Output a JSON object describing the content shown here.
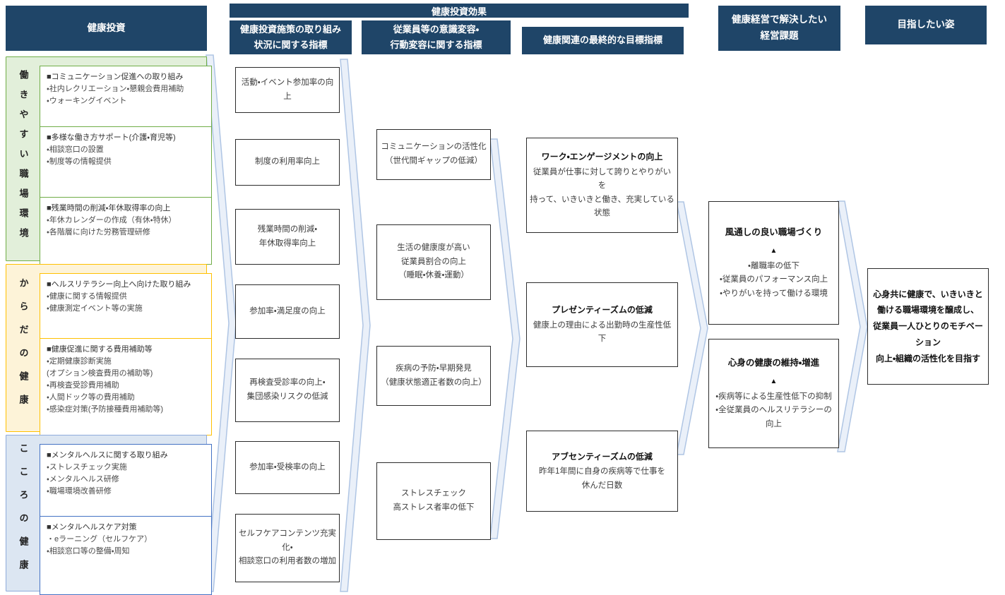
{
  "headers": {
    "investment": "健康投資",
    "effect_banner": "健康投資効果",
    "col_initiatives": "健康投資施策の取り組み\n状況に関する指標",
    "col_awareness": "従業員等の意識変容・\n行動変容に関する指標",
    "col_final": "健康関連の最終的な目標指標",
    "col_management": "健康経営で解決したい\n経営課題",
    "col_vision": "目指したい姿"
  },
  "investment_sections": [
    {
      "label": "働きやすい職場環境",
      "boxes": [
        {
          "title": "■コミュニケーション促進への取り組み",
          "items": [
            "・社内レクリエーション・懇親会費用補助",
            "・ウォーキングイベント"
          ]
        },
        {
          "title": "■多様な働き方サポート(介護・育児等)",
          "items": [
            "・相談窓口の設置",
            "・制度等の情報提供"
          ]
        },
        {
          "title": "■残業時間の削減・年休取得率の向上",
          "items": [
            "・年休カレンダーの作成（有休・特休）",
            "・各階層に向けた労務管理研修"
          ]
        }
      ]
    },
    {
      "label": "からだの健康",
      "boxes": [
        {
          "title": "■ヘルスリテラシー向上へ向けた取り組み",
          "items": [
            "・健康に関する情報提供",
            "・健康測定イベント等の実施"
          ]
        },
        {
          "title": "■健康促進に関する費用補助等",
          "items": [
            "・定期健康診断実施",
            "(オプション検査費用の補助等)",
            "・再検査受診費用補助",
            "・人間ドック等の費用補助",
            "・感染症対策(予防接種費用補助等)"
          ]
        }
      ]
    },
    {
      "label": "こころの健康",
      "boxes": [
        {
          "title": "■メンタルヘルスに関する取り組み",
          "items": [
            "・ストレスチェック実施",
            "・メンタルヘルス研修",
            "・職場環境改善研修"
          ]
        },
        {
          "title": "■メンタルヘルスケア対策",
          "items": [
            "・eラーニング（セルフケア）",
            "・相談窓口等の整備・周知"
          ]
        }
      ]
    }
  ],
  "initiative_indicators": [
    "活動・イベント参加率の向上",
    "制度の利用率向上",
    "残業時間の削減・\n年休取得率向上",
    "参加率・満足度の向上",
    "再検査受診率の向上・\n集団感染リスクの低減",
    "参加率・受検率の向上",
    "セルフケアコンテンツ充実化・\n相談窓口の利用者数の増加"
  ],
  "awareness_indicators": [
    "コミュニケーションの活性化\n（世代間ギャップの低減）",
    "生活の健康度が高い\n従業員割合の向上\n（睡眠・休養・運動）",
    "疾病の予防・早期発見\n（健康状態適正者数の向上）",
    "ストレスチェック\n高ストレス者率の低下"
  ],
  "final_targets": [
    {
      "title": "ワーク・エンゲージメントの向上",
      "desc": "従業員が仕事に対して誇りとやりがいを\n持って、いきいきと働き、充実している状態"
    },
    {
      "title": "プレゼンティーズムの低減",
      "desc": "健康上の理由による出勤時の生産性低下"
    },
    {
      "title": "アブセンティーズムの低減",
      "desc": "昨年1年間に自身の疾病等で仕事を\n休んだ日数"
    }
  ],
  "management_issues": [
    {
      "title": "風通しの良い職場づくり",
      "marker": "▲",
      "items": [
        "・離職率の低下",
        "・従業員のパフォーマンス向上",
        "・やりがいを持って働ける環境"
      ]
    },
    {
      "title": "心身の健康の維持・増進",
      "marker": "▲",
      "items": [
        "・疾病等による生産性低下の抑制",
        "・全従業員のヘルスリテラシーの向上"
      ]
    }
  ],
  "vision": {
    "text": "心身共に健康で、いきいきと\n働ける職場環境を醸成し、\n従業員一人ひとりのモチベーション\n向上・組織の活性化を目指す"
  },
  "colors": {
    "header_navy": "#1f4568",
    "green_border": "#70ad47",
    "green_fill": "#e2efda",
    "yellow_border": "#ffc000",
    "yellow_fill": "#fdf3d8",
    "blue_border": "#8eaadb",
    "blue_inner_border": "#4472c4",
    "blue_fill": "#dce6f2",
    "arrow_fill": "#eaf0f9",
    "arrow_border": "#afc5e4"
  }
}
